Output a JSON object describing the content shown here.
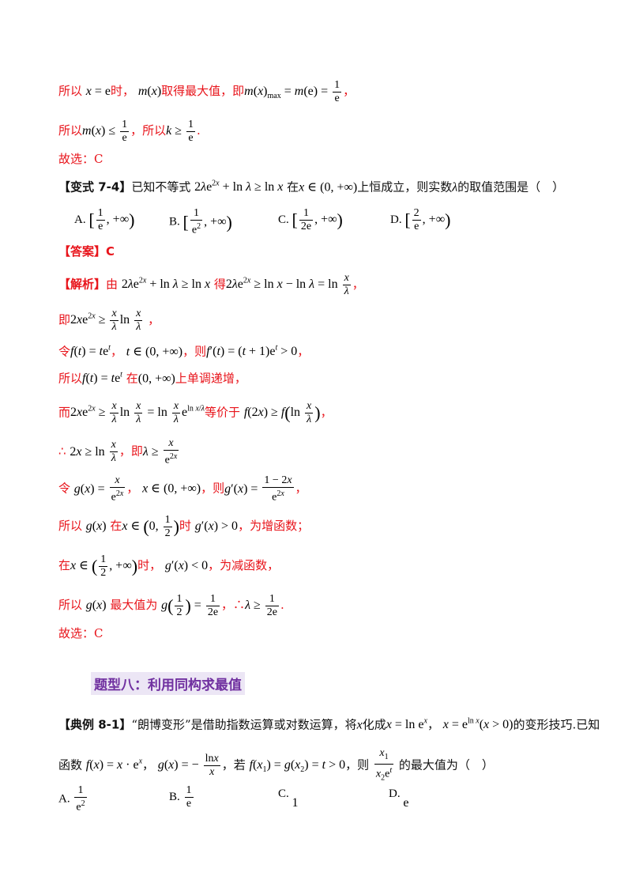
{
  "lines": {
    "l1_a": "所以",
    "l1_b": "时，",
    "l1_c": "取得最大值，即",
    "l1_d": "，",
    "l2_a": "所以",
    "l2_b": "，所以",
    "l2_c": ".",
    "l3": "故选：C",
    "variant_label": "【变式 7-4】",
    "variant_a": "已知不等式",
    "variant_b": "在",
    "variant_c": "上恒成立，则实数",
    "variant_d": "的取值范围是（　）",
    "opt_a": "A.",
    "opt_b": "B.",
    "opt_c": "C.",
    "opt_d": "D.",
    "answer": "【答案】C",
    "analysis_label": "【解析】",
    "analysis_a": "由",
    "analysis_b": "得",
    "analysis_c": "，",
    "l_ji": "即",
    "l_ji_end": "，",
    "l_ling1": "令",
    "l_ling1_b": "，",
    "l_ling1_c": "，则",
    "l_ling1_d": "，",
    "l_suoyi1": "所以",
    "l_suoyi1_b": "在",
    "l_suoyi1_c": "上单调递增，",
    "l_er": "而",
    "l_er_b": "等价于",
    "l_er_c": "，",
    "l_therefore": "∴",
    "l_therefore_b": "，即",
    "l_ling2": "令",
    "l_ling2_b": "，",
    "l_ling2_c": "，则",
    "l_ling2_d": "，",
    "l_suoyi2": "所以",
    "l_suoyi2_b": "在",
    "l_suoyi2_c": "时",
    "l_suoyi2_d": "，为增函数；",
    "l_zai": "在",
    "l_zai_b": "时，",
    "l_zai_c": "，为减函数，",
    "l_suoyi3": "所以",
    "l_suoyi3_b": "最大值为",
    "l_suoyi3_c": "，∴",
    "l_suoyi3_d": ".",
    "l_end": "故选：C"
  },
  "section_title": "题型八：利用同构求最值",
  "example": {
    "label": "【典例 8-1】",
    "text_a": "“朗博变形”是借助指数运算或对数运算，将",
    "text_b": "化成",
    "text_c": "，",
    "text_d": "的变形技巧.已知",
    "text_e": "函数",
    "text_f": "，",
    "text_g": "，若",
    "text_h": "，则",
    "text_i": "的最大值为（　）",
    "opt_a": "A.",
    "opt_b": "B.",
    "opt_c": "C.",
    "opt_d": "D."
  }
}
